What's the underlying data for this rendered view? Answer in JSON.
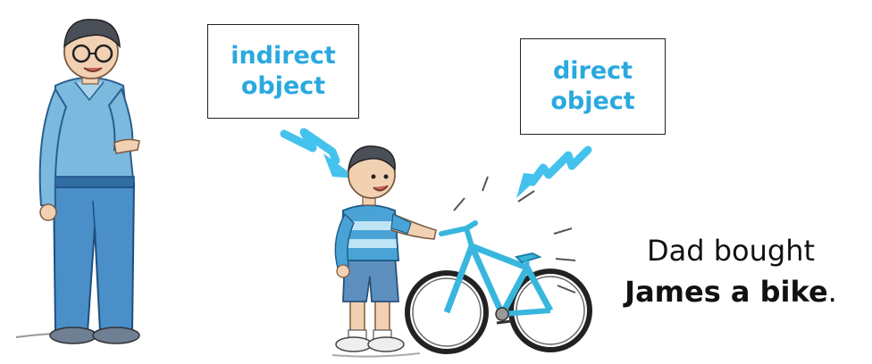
{
  "labels": {
    "indirect": [
      "indirect",
      "object"
    ],
    "direct": [
      "direct",
      "object"
    ]
  },
  "sentence": {
    "line1": "Dad bought",
    "line2_bold": "James a bike",
    "line2_end": "."
  },
  "icons": {
    "dad": "dad-illustration-icon",
    "boy": "boy-illustration-icon",
    "bike": "bicycle-icon",
    "arrow_indirect": "squiggle-arrow-icon",
    "arrow_direct": "squiggle-arrow-icon"
  },
  "colors": {
    "accent": "#2aa9df",
    "shirt": "#6fb3d9",
    "jeans": "#3f87c2",
    "bike": "#38b6dd",
    "text": "#111111"
  }
}
